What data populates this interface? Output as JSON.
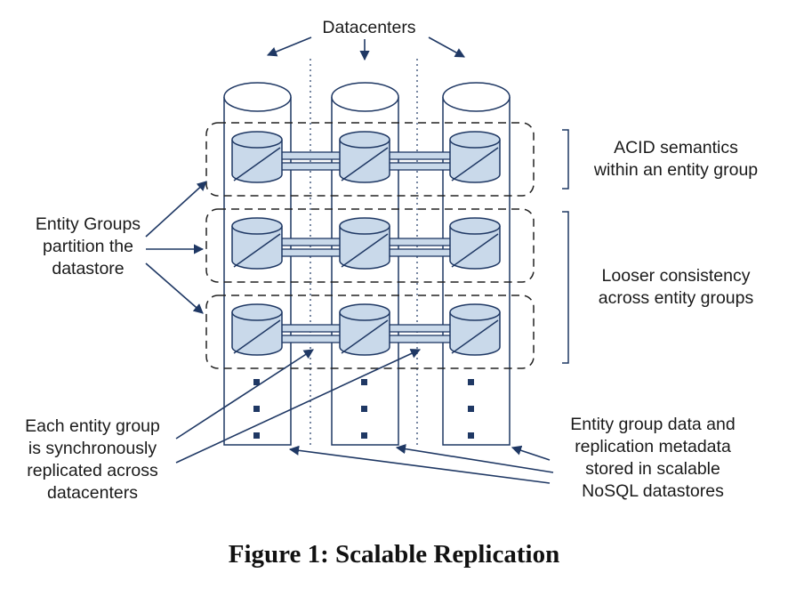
{
  "labels": {
    "datacenters": "Datacenters",
    "entity_groups": [
      "Entity Groups",
      "partition the",
      "datastore"
    ],
    "acid": [
      "ACID semantics",
      "within an entity group"
    ],
    "looser": [
      "Looser consistency",
      "across entity groups"
    ],
    "sync": [
      "Each entity group",
      "is synchronously",
      "replicated across",
      "datacenters"
    ],
    "storage": [
      "Entity group data and",
      "replication metadata",
      "stored in scalable",
      "NoSQL datastores"
    ]
  },
  "caption": "Figure 1: Scalable Replication",
  "colors": {
    "line": "#1f3864",
    "disk_fill": "#c9d9ea",
    "dashed": "#222222"
  }
}
